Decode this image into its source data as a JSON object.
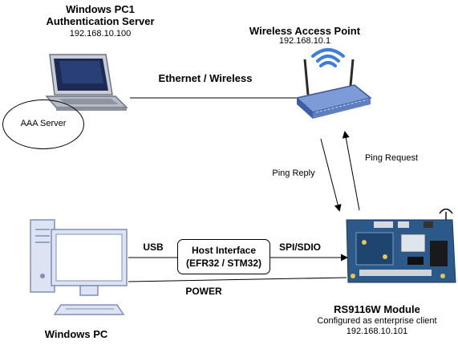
{
  "auth_server": {
    "title_line1": "Windows PC1",
    "title_line2": "Authentication Server",
    "ip": "192.168.10.100",
    "aaa_label": "AAA Server"
  },
  "access_point": {
    "title": "Wireless Access Point",
    "ip": "192.168.10.1"
  },
  "link_labels": {
    "ethernet": "Ethernet / Wireless",
    "ping_reply": "Ping Reply",
    "ping_request": "Ping Request",
    "usb": "USB",
    "spi": "SPI/SDIO",
    "power": "POWER"
  },
  "host_interface": {
    "line1": "Host Interface",
    "line2": "(EFR32 / STM32)"
  },
  "windows_pc": {
    "label": "Windows PC"
  },
  "module": {
    "title": "RS9116W Module",
    "subtitle": "Configured as enterprise client",
    "ip": "192.168.10.101"
  },
  "colors": {
    "laptop_body": "#c9ced6",
    "laptop_screen": "#1c2a55",
    "router_body": "#5f7fc0",
    "wifi_waves": "#3d7fd8",
    "pc_body": "#dde3f2",
    "pc_outline": "#7f8fb8",
    "board_blue": "#2b5a8a"
  }
}
